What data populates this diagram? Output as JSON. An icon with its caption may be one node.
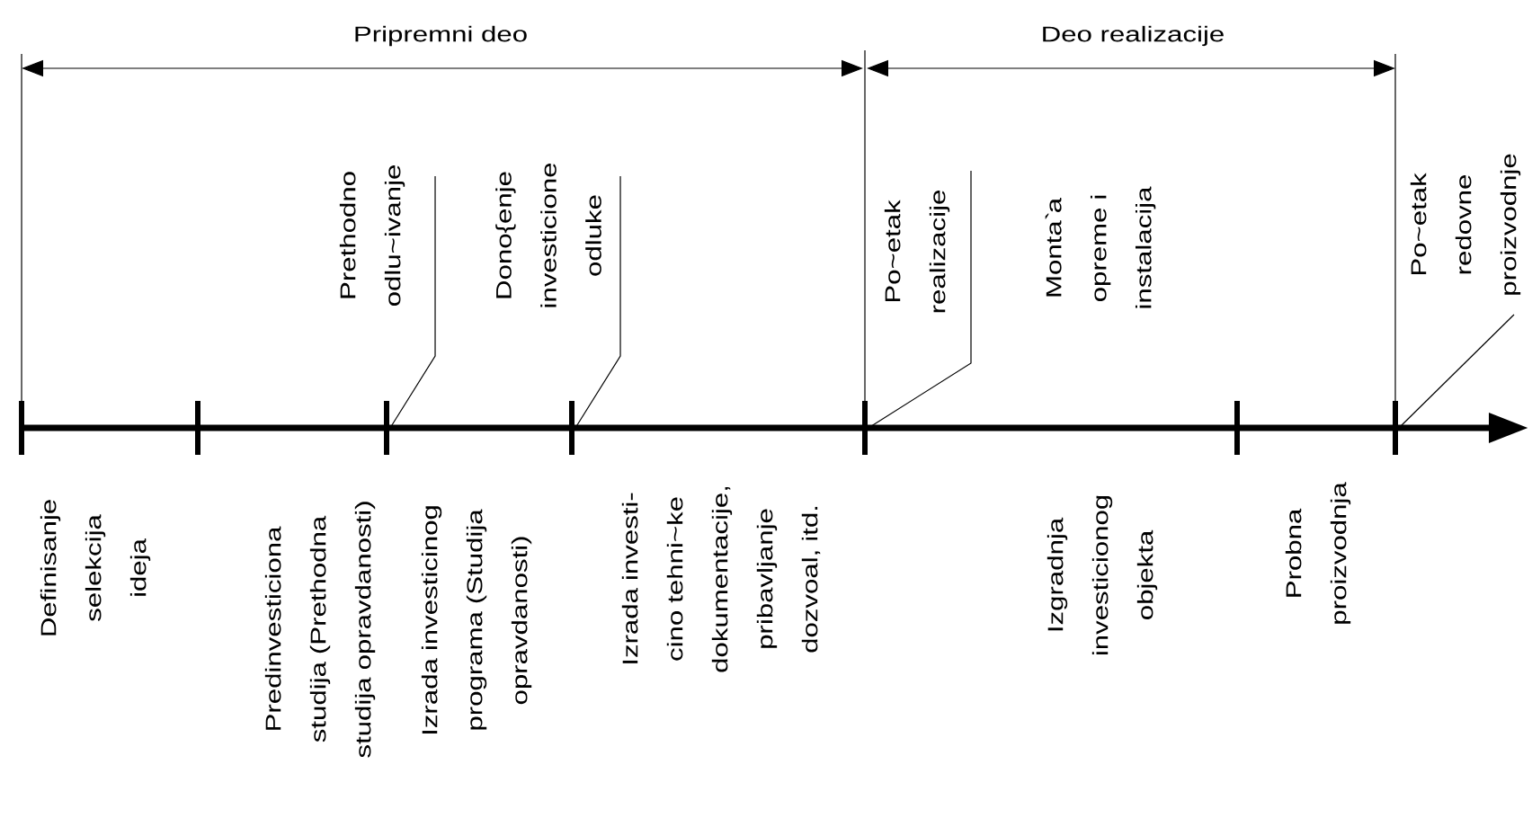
{
  "diagram": {
    "nodes": [
      {
        "text": [
          "Prethodno odlu~ivanje"
        ]
      },
      {
        "text": [
          "Dono{enje investicione odluke"
        ]
      },
      {
        "text": [
          "Po~etak realizacije"
        ]
      },
      {
        "text": [
          "Po~etak redovne proizvodnje"
        ]
      }
    ],
    "edges": [
      {
        "from": 0,
        "to": null,
        "arrow": "none"
      },
      {
        "from": 1,
        "to": null,
        "arrow": "none"
      },
      {
        "from": 2,
        "to": null,
        "arrow": "none"
      },
      {
        "from": 3,
        "to": null,
        "arrow": "none"
      }
    ],
    "labels": [
      "Pripremni deo",
      "Deo realizacije",
      "Monta`a opreme i instalacija",
      "Definisanje selekcija ideja",
      "Predinvesticiona studija (Prethodna studija opravdanosti)",
      "Izrada investicinog programa (Studija opravdanosti)",
      "Izrada investi- cino tehni~ke dokumentacije, pribavljanje dozvoal, itd.",
      "Izgradnja investicionog objekta",
      "Probna proizvodnja"
    ]
  }
}
